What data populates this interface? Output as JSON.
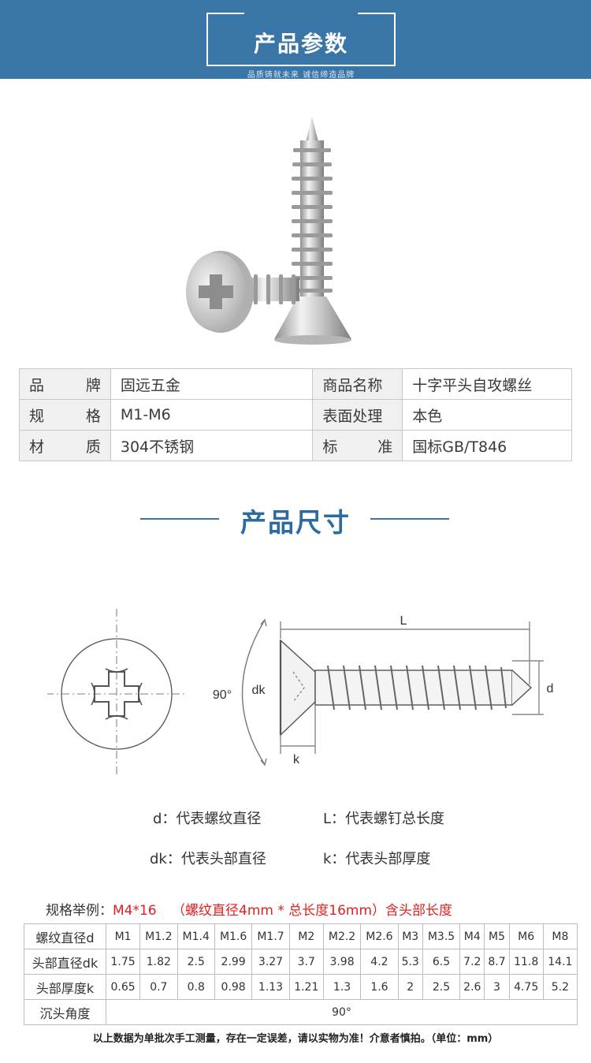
{
  "banner": {
    "title": "产品参数",
    "subtitle": "品质铸就未来 诚信缔造品牌"
  },
  "params": {
    "rows": [
      {
        "label1": [
          "品",
          "牌"
        ],
        "value1": "固远五金",
        "label2": "商品名称",
        "value2": "十字平头自攻螺丝"
      },
      {
        "label1": [
          "规",
          "格"
        ],
        "value1": "M1-M6",
        "label2": "表面处理",
        "value2": "本色"
      },
      {
        "label1": [
          "材",
          "质"
        ],
        "value1": "304不锈钢",
        "label2": [
          "标",
          "准"
        ],
        "value2": "国标GB/T846"
      }
    ]
  },
  "size_section": {
    "title": "产品尺寸"
  },
  "diagram": {
    "length": "L",
    "angle": "90°",
    "head_dia": "dk",
    "thickness": "k",
    "dia": "d"
  },
  "legend": {
    "d": "d：代表螺纹直径",
    "L": "L：代表螺钉总长度",
    "dk": "dk：代表头部直径",
    "k": "k：代表头部厚度"
  },
  "example": {
    "prefix": "规格举例：",
    "spec": "M4*16",
    "detail": "（螺纹直径4mm * 总长度16mm）含头部长度"
  },
  "size_table": {
    "rows": [
      {
        "label": "螺纹直径d",
        "values": [
          "M1",
          "M1.2",
          "M1.4",
          "M1.6",
          "M1.7",
          "M2",
          "M2.2",
          "M2.6",
          "M3",
          "M3.5",
          "M4",
          "M5",
          "M6",
          "M8"
        ]
      },
      {
        "label": "头部直径dk",
        "values": [
          "1.75",
          "1.82",
          "2.5",
          "2.99",
          "3.27",
          "3.7",
          "3.98",
          "4.2",
          "5.3",
          "6.5",
          "7.2",
          "8.7",
          "11.8",
          "14.1"
        ]
      },
      {
        "label": "头部厚度k",
        "values": [
          "0.65",
          "0.7",
          "0.8",
          "0.98",
          "1.13",
          "1.21",
          "1.3",
          "1.6",
          "2",
          "2.5",
          "2.6",
          "3",
          "4.75",
          "5.2"
        ]
      }
    ],
    "angle_row": {
      "label": "沉头角度",
      "value": "90°"
    }
  },
  "note": "以上数据为单批次手工测量，存在一定误差，请以实物为准！介意者慎拍。（单位：mm）",
  "colors": {
    "banner": "#3a75a8",
    "title": "#2d6aa0",
    "highlight": "#e02020"
  }
}
